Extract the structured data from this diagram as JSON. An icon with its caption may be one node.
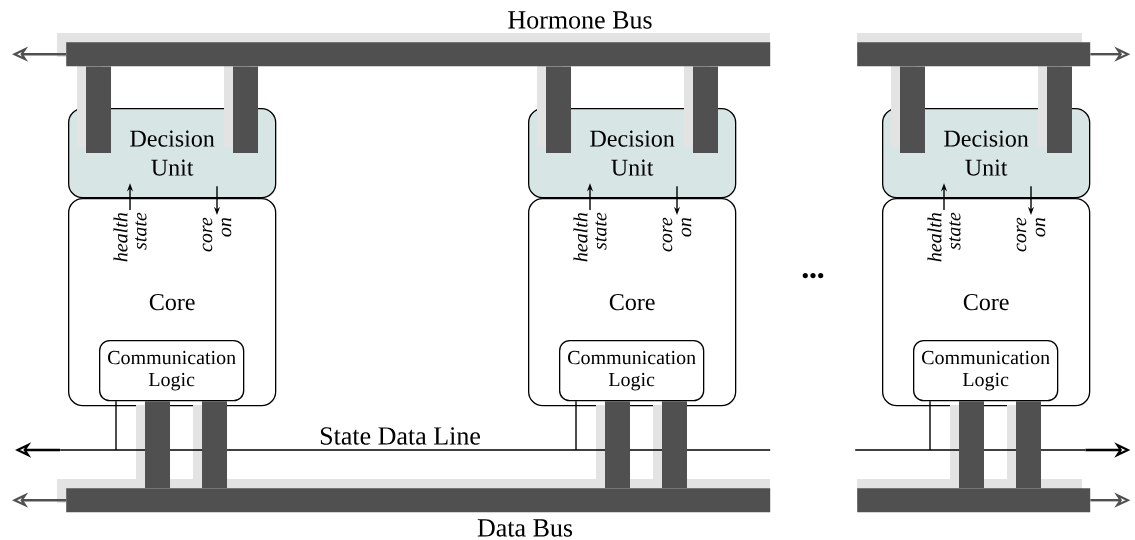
{
  "diagram": {
    "nodes": [
      {
        "text": [
          "Hormone Bus"
        ]
      },
      {
        "text": [],
        "shape": "bar"
      },
      {
        "text": [
          "Decision Unit"
        ]
      },
      {
        "text": [
          "Core"
        ]
      },
      {
        "text": [
          "Communication Logic"
        ],
        "in": 3
      },
      {
        "text": [
          "Decision Unit"
        ]
      },
      {
        "text": [
          "Core"
        ]
      },
      {
        "text": [
          "Communication Logic"
        ],
        "in": 6
      },
      {
        "text": [
          "Decision Unit"
        ]
      },
      {
        "text": [
          "Core"
        ]
      },
      {
        "text": [
          "Communication Logic"
        ],
        "in": 9
      },
      {
        "text": [
          "State Data Line"
        ]
      },
      {
        "text": [],
        "shape": "line"
      },
      {
        "text": [
          "Data Bus"
        ]
      },
      {
        "text": [],
        "shape": "bar"
      }
    ],
    "edges": [
      {
        "from": 0,
        "to": null,
        "arrow": "to"
      },
      {
        "from": 1,
        "to": null,
        "arrow": "to"
      },
      {
        "from": 0,
        "to": 2,
        "arrow": "none",
        "style": "thick"
      },
      {
        "from": 0,
        "to": 2,
        "arrow": "none",
        "style": "thick"
      },
      {
        "from": 3,
        "to": 2,
        "arrow": "to",
        "label": "health state",
        "color": "#000000"
      },
      {
        "from": 2,
        "to": 3,
        "arrow": "to",
        "label": "core on",
        "color": "#000000"
      },
      {
        "from": 4,
        "to": 11,
        "arrow": "none",
        "color": "#000000"
      },
      {
        "from": 4,
        "to": 13,
        "arrow": "none",
        "style": "thick"
      },
      {
        "from": 4,
        "to": 13,
        "arrow": "none",
        "style": "thick"
      },
      {
        "from": 0,
        "to": 5,
        "arrow": "none",
        "style": "thick"
      },
      {
        "from": 0,
        "to": 5,
        "arrow": "none",
        "style": "thick"
      },
      {
        "from": 6,
        "to": 5,
        "arrow": "to",
        "label": "health state",
        "color": "#000000"
      },
      {
        "from": 5,
        "to": 6,
        "arrow": "to",
        "label": "core on",
        "color": "#000000"
      },
      {
        "from": 7,
        "to": 11,
        "arrow": "none",
        "color": "#000000"
      },
      {
        "from": 7,
        "to": 13,
        "arrow": "none",
        "style": "thick"
      },
      {
        "from": 7,
        "to": 13,
        "arrow": "none",
        "style": "thick"
      },
      {
        "from": 1,
        "to": 8,
        "arrow": "none",
        "style": "thick"
      },
      {
        "from": 1,
        "to": 8,
        "arrow": "none",
        "style": "thick"
      },
      {
        "from": 9,
        "to": 8,
        "arrow": "to",
        "label": "health state",
        "color": "#000000"
      },
      {
        "from": 8,
        "to": 9,
        "arrow": "to",
        "label": "core on",
        "color": "#000000"
      },
      {
        "from": 10,
        "to": 12,
        "arrow": "none",
        "color": "#000000"
      },
      {
        "from": 10,
        "to": 14,
        "arrow": "none",
        "style": "thick"
      },
      {
        "from": 10,
        "to": 14,
        "arrow": "none",
        "style": "thick"
      },
      {
        "from": 11,
        "to": null,
        "arrow": "to",
        "color": "#000000"
      },
      {
        "from": 12,
        "to": null,
        "arrow": "to",
        "color": "#000000"
      },
      {
        "from": 13,
        "to": null,
        "arrow": "to"
      },
      {
        "from": 14,
        "to": null,
        "arrow": "to"
      }
    ],
    "labels": [
      "•••"
    ]
  }
}
